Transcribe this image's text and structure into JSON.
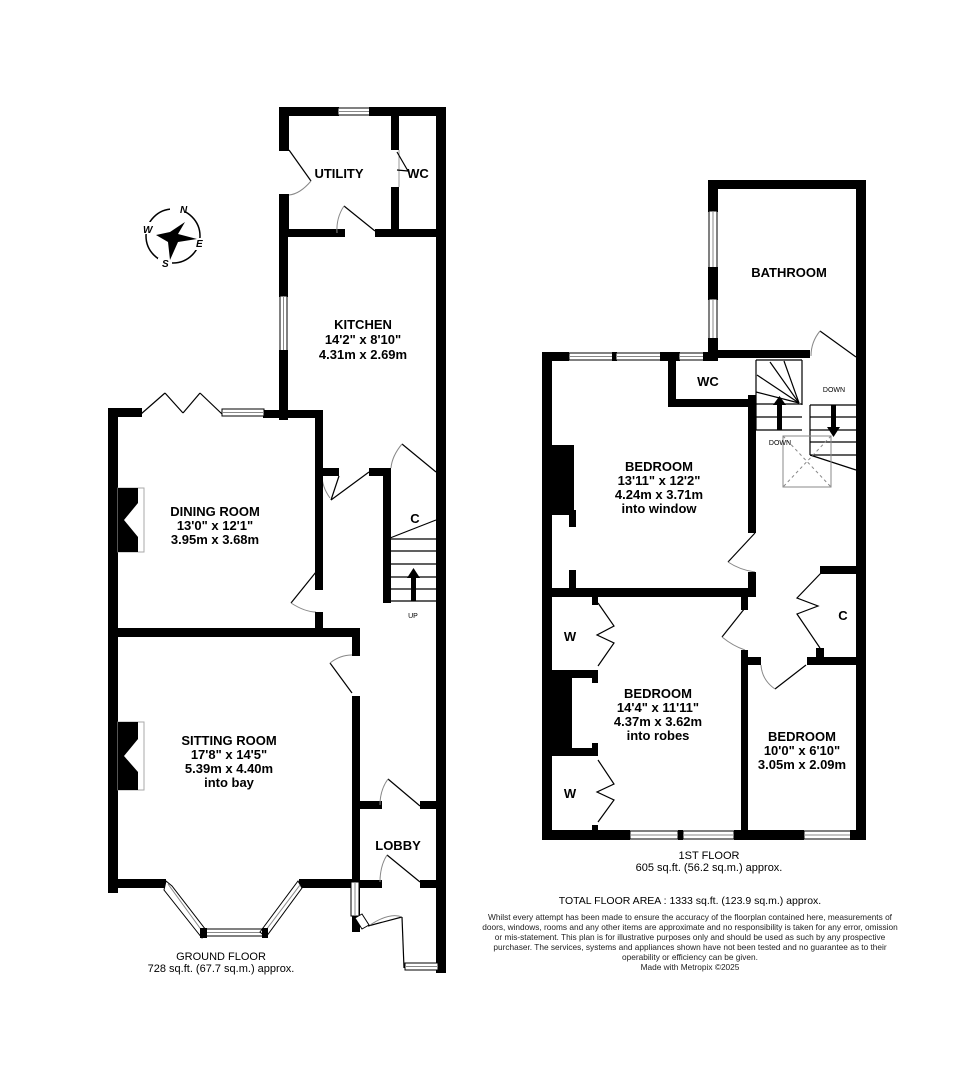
{
  "compass": {
    "n": "N",
    "e": "E",
    "s": "S",
    "w": "W"
  },
  "ground_floor": {
    "title": "GROUND FLOOR",
    "area": "728 sq.ft. (67.7 sq.m.) approx.",
    "rooms": {
      "utility": {
        "name": "UTILITY"
      },
      "wc": {
        "name": "WC"
      },
      "kitchen": {
        "name": "KITCHEN",
        "imperial": "14'2\"  x 8'10\"",
        "metric": "4.31m  x 2.69m"
      },
      "dining": {
        "name": "DINING ROOM",
        "imperial": "13'0\"  x 12'1\"",
        "metric": "3.95m  x 3.68m"
      },
      "sitting": {
        "name": "SITTING ROOM",
        "imperial": "17'8\"  x 14'5\"",
        "metric": "5.39m  x 4.40m",
        "note": "into bay"
      },
      "lobby": {
        "name": "LOBBY"
      },
      "cupboard": {
        "name": "C"
      },
      "stairs": {
        "label": "UP"
      }
    }
  },
  "first_floor": {
    "title": "1ST FLOOR",
    "area": "605 sq.ft. (56.2 sq.m.) approx.",
    "rooms": {
      "bathroom": {
        "name": "BATHROOM"
      },
      "wc": {
        "name": "WC"
      },
      "bedroom1": {
        "name": "BEDROOM",
        "imperial": "13'11\"  x 12'2\"",
        "metric": "4.24m  x 3.71m",
        "note": "into window"
      },
      "bedroom2": {
        "name": "BEDROOM",
        "imperial": "14'4\"  x 11'11\"",
        "metric": "4.37m  x 3.62m",
        "note": "into robes"
      },
      "bedroom3": {
        "name": "BEDROOM",
        "imperial": "10'0\"  x 6'10\"",
        "metric": "3.05m  x 2.09m"
      },
      "wardrobe1": {
        "name": "W"
      },
      "wardrobe2": {
        "name": "W"
      },
      "cupboard": {
        "name": "C"
      },
      "stairs_down1": {
        "label": "DOWN"
      },
      "stairs_down2": {
        "label": "DOWN"
      }
    }
  },
  "total_area": "TOTAL FLOOR AREA : 1333 sq.ft. (123.9 sq.m.) approx.",
  "disclaimer": "Whilst every attempt has been made to ensure the accuracy of the floorplan contained here, measurements of doors, windows, rooms and any other items are approximate and no responsibility is taken for any error, omission or mis-statement. This plan is for illustrative purposes only and should be used as such by any prospective purchaser. The services, systems and appliances shown have not been tested and no guarantee as to their operability or efficiency can be given.",
  "credit": "Made with Metropix ©2025",
  "colors": {
    "wall": "#000000",
    "background": "#ffffff",
    "window_line": "#888888"
  }
}
